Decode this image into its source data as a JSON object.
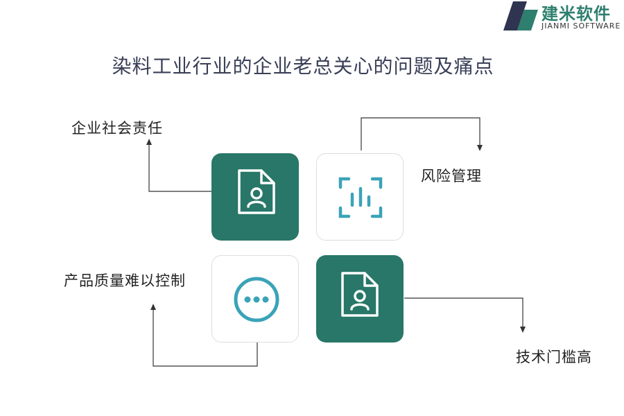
{
  "brand": {
    "name_cn": "建米软件",
    "name_en": "JIANMI SOFTWARE",
    "color": "#2f7f6f"
  },
  "title": "染料工业行业的企业老总关心的问题及痛点",
  "colors": {
    "tile_dark": "#287768",
    "tile_light_border": "#dddddd",
    "icon_light": "#3aa3b8",
    "line": "#333333"
  },
  "items": [
    {
      "label": "企业社会责任",
      "icon": "document-person-icon",
      "tile": "dark"
    },
    {
      "label": "风险管理",
      "icon": "bar-chart-icon",
      "tile": "light"
    },
    {
      "label": "产品质量难以控制",
      "icon": "more-dots-icon",
      "tile": "light"
    },
    {
      "label": "技术门槛高",
      "icon": "document-person-icon",
      "tile": "dark"
    }
  ]
}
